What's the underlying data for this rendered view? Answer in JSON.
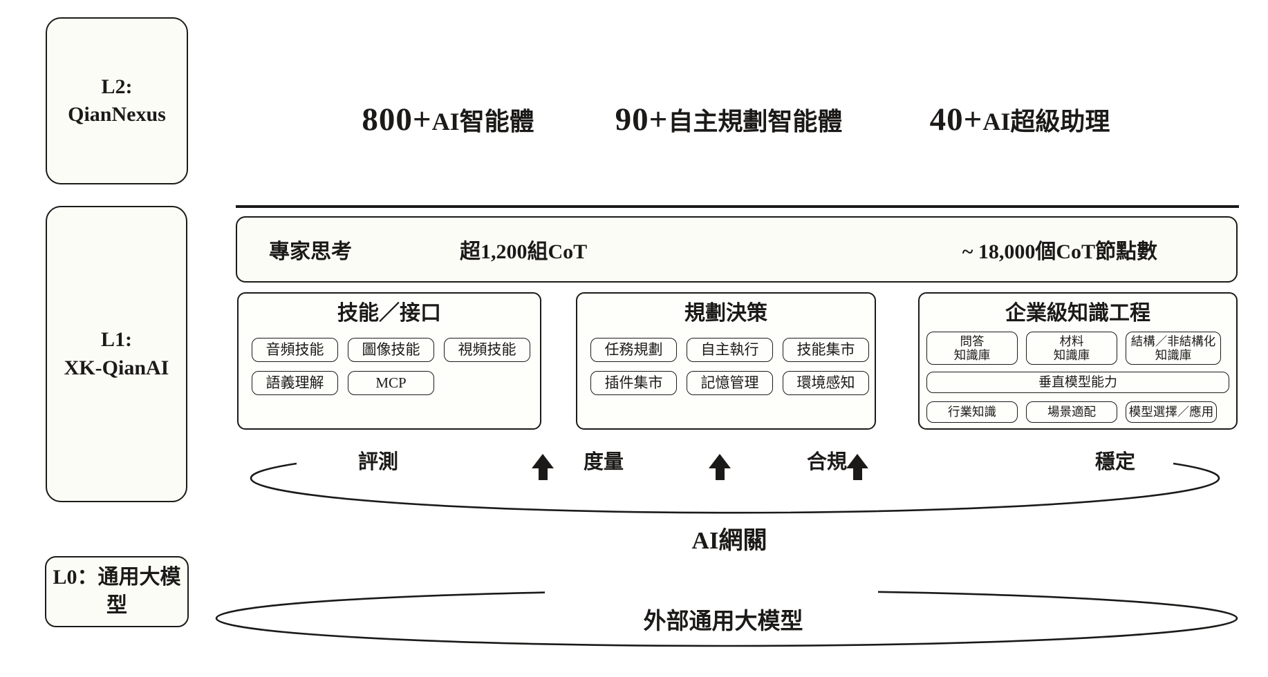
{
  "colors": {
    "ink": "#1c1a18",
    "panel_fill": "#fcfcf6",
    "background": "#ffffff"
  },
  "layers": {
    "l2": {
      "line1": "L2:",
      "line2": "QianNexus"
    },
    "l1": {
      "line1": "L1:",
      "line2": "XK-QianAI"
    },
    "l0": {
      "label": "L0：通用大模型"
    }
  },
  "headlines": [
    {
      "num": "800+",
      "text": "AI智能體"
    },
    {
      "num": "90+",
      "text": "自主規劃智能體"
    },
    {
      "num": "40+",
      "text": "AI超級助理"
    }
  ],
  "expert_bar": {
    "label": "專家思考",
    "cot": "超1,200組CoT",
    "nodes": "~ 18,000個CoT節點數"
  },
  "capability_boxes": [
    {
      "title": "技能／接口",
      "rows": [
        [
          "音頻技能",
          "圖像技能",
          "視頻技能"
        ],
        [
          "語義理解",
          "MCP"
        ]
      ]
    },
    {
      "title": "規劃決策",
      "rows": [
        [
          "任務規劃",
          "自主執行",
          "技能集市"
        ],
        [
          "插件集市",
          "記憶管理",
          "環境感知"
        ]
      ]
    },
    {
      "title": "企業級知識工程",
      "rows": [
        [
          "問答\n知識庫",
          "材料\n知識庫",
          "結構／非結構化\n知識庫"
        ],
        [
          "垂直模型能力"
        ],
        [
          "行業知識",
          "場景適配",
          "模型選擇／應用"
        ]
      ]
    }
  ],
  "governance_band": {
    "labels": [
      "評測",
      "度量",
      "合規",
      "穩定"
    ],
    "gateway": "AI網關"
  },
  "foundation": {
    "label": "外部通用大模型"
  }
}
